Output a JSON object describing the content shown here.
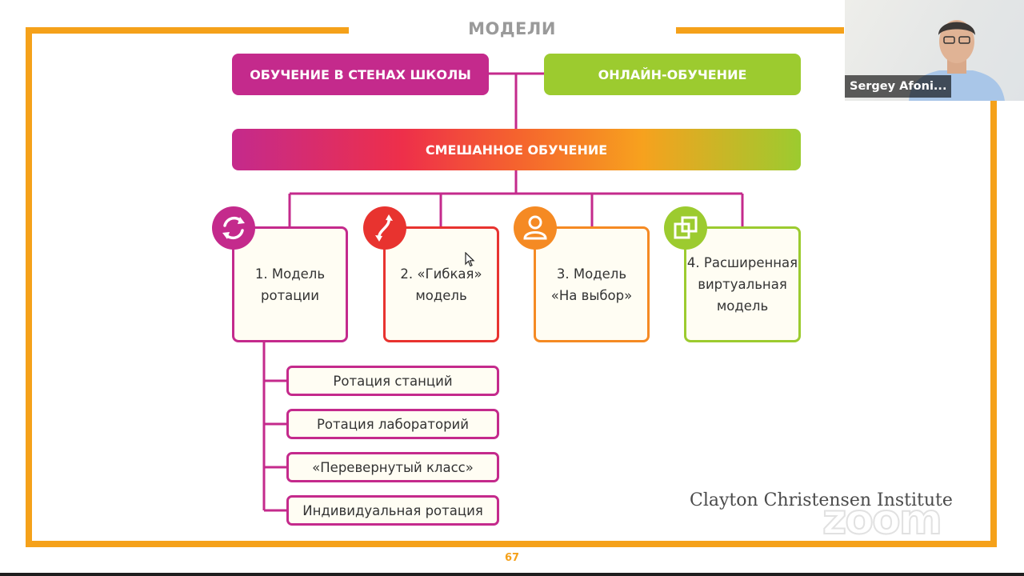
{
  "slide": {
    "title": "МОДЕЛИ",
    "page_number": "67",
    "credit": "Clayton Christensen Institute",
    "watermark": "zoom"
  },
  "diagram": {
    "top_left": "ОБУЧЕНИЕ В СТЕНАХ ШКОЛЫ",
    "top_right": "ОНЛАЙН-ОБУЧЕНИЕ",
    "middle": "СМЕШАННОЕ ОБУЧЕНИЕ",
    "models": [
      {
        "label": "1. Модель\nротации",
        "color": "#c42a8c",
        "icon": "rotate-icon"
      },
      {
        "label": "2. «Гибкая»\nмодель",
        "color": "#e8332f",
        "icon": "flex-icon"
      },
      {
        "label": "3. Модель\n«На выбор»",
        "color": "#f58a23",
        "icon": "user-icon"
      },
      {
        "label": "4. Расширенная\nвиртуальная\nмодель",
        "color": "#9ccb2f",
        "icon": "virtual-icon"
      }
    ],
    "rotation_types": [
      "Ротация станций",
      "Ротация лабораторий",
      "«Перевернутый класс»",
      "Индивидуальная ротация"
    ]
  },
  "video": {
    "participant_name": "Sergey Afoni..."
  },
  "colors": {
    "frame": "#f5a11a",
    "magenta": "#c42a8c",
    "red": "#e8332f",
    "orange": "#f58a23",
    "green": "#9ccb2f"
  }
}
